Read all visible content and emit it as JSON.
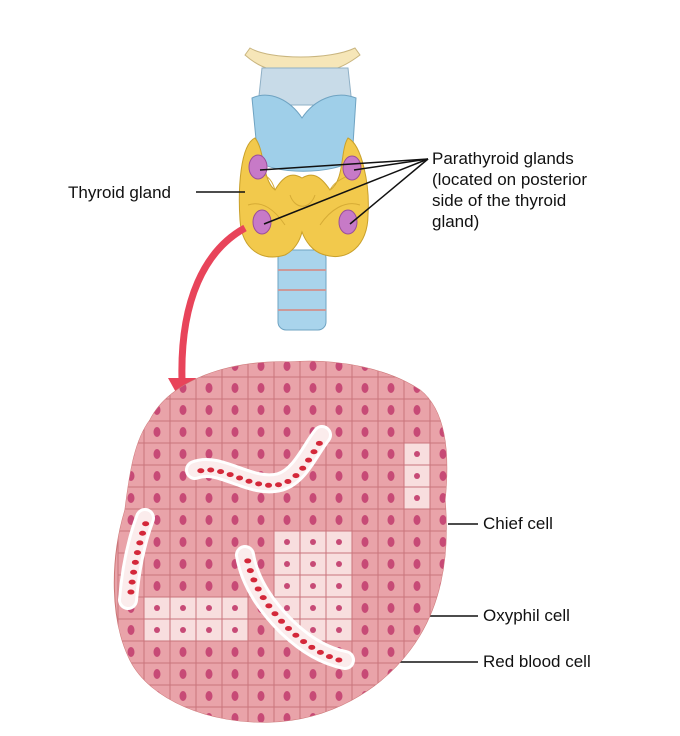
{
  "labels": {
    "thyroid": "Thyroid gland",
    "parathyroid": [
      "Parathyroid glands",
      "(located on posterior",
      "side of the thyroid",
      "gland)"
    ],
    "chief": "Chief cell",
    "oxyphil": "Oxyphil cell",
    "rbc": "Red blood cell"
  },
  "colors": {
    "thyroid": "#f2c94c",
    "parathyroid": "#c77ac7",
    "cartilage": "#a9d4ec",
    "tissue": "#e9a3a9",
    "oxyphil": "#f8dede",
    "nucleus": "#c74a76",
    "rbc": "#d4283a",
    "arrow": "#e8445a"
  }
}
